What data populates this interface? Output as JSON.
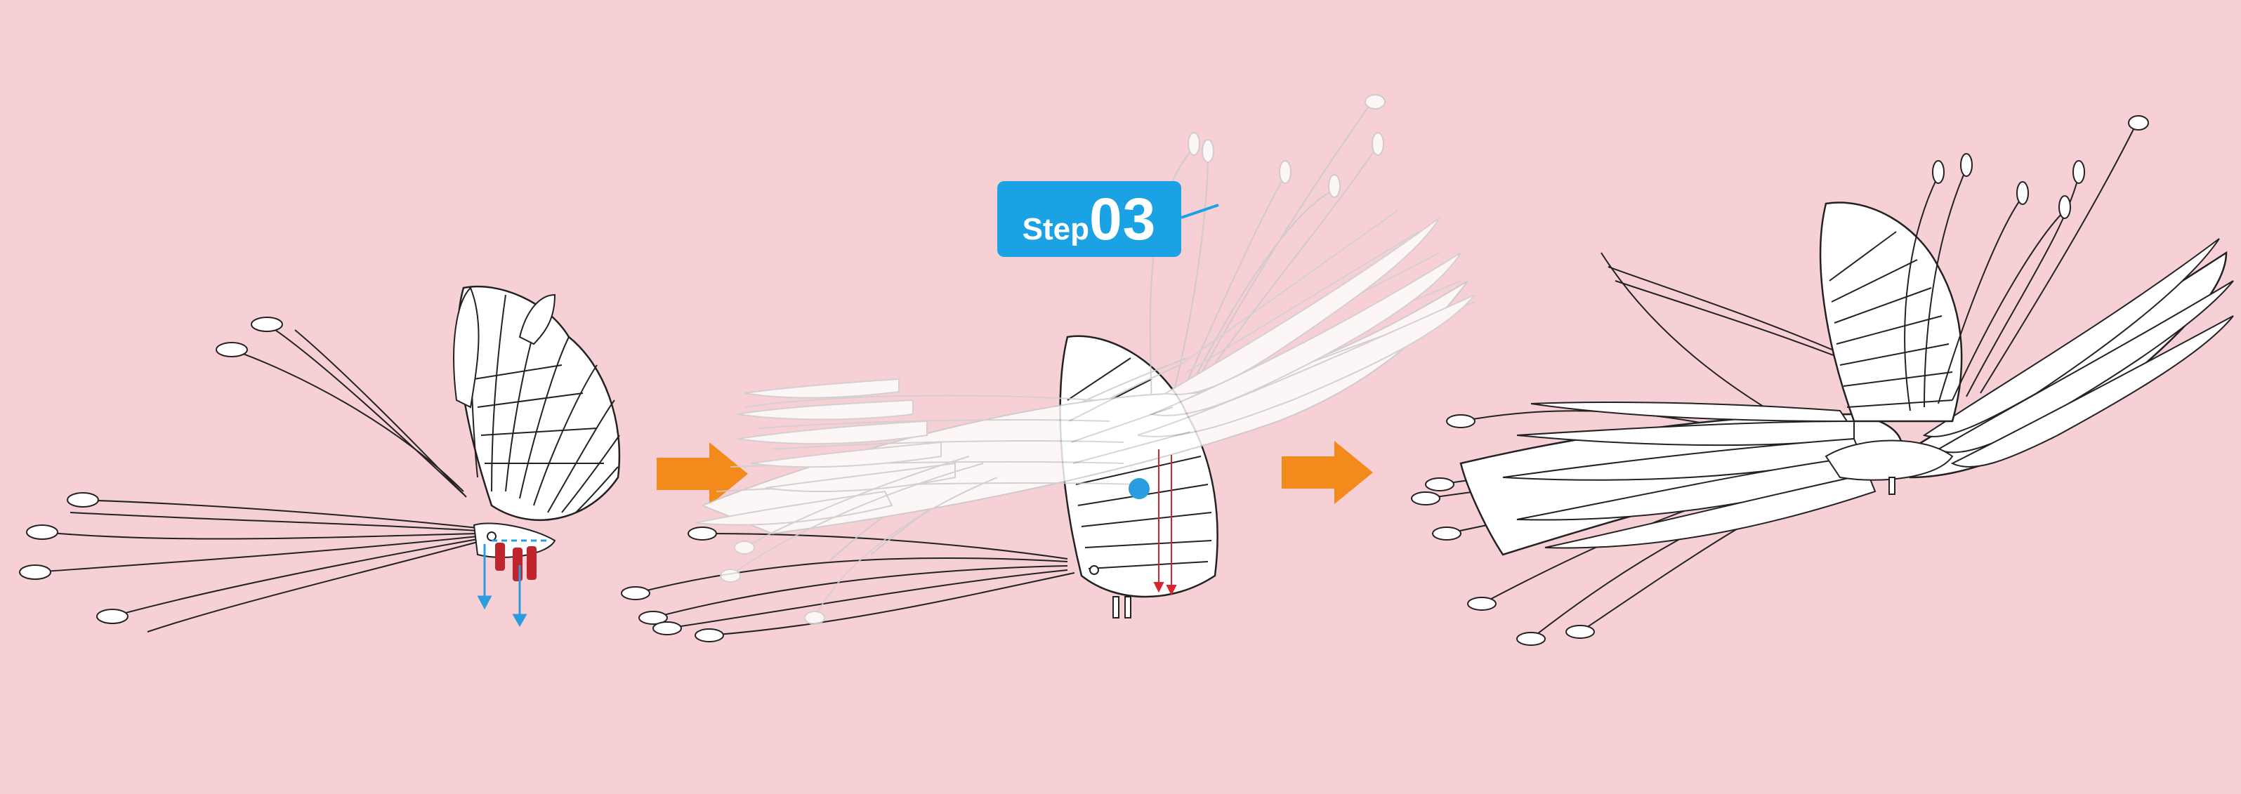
{
  "step_label": {
    "word": "Step",
    "number": "03"
  },
  "colors": {
    "background": "#f7d0d6",
    "badge": "#1aa2e4",
    "arrow": "#f28a1c",
    "marker_blue": "#2a9de0",
    "marker_red": "#d8252d",
    "pin_red": "#c0242c",
    "outline": "#222222",
    "ghost": "#bdbdbd"
  },
  "icons": [
    "next-step-arrow-icon",
    "next-step-arrow-icon"
  ],
  "figures": [
    "before-assembly",
    "attach-wing-overlay",
    "after-assembly"
  ]
}
